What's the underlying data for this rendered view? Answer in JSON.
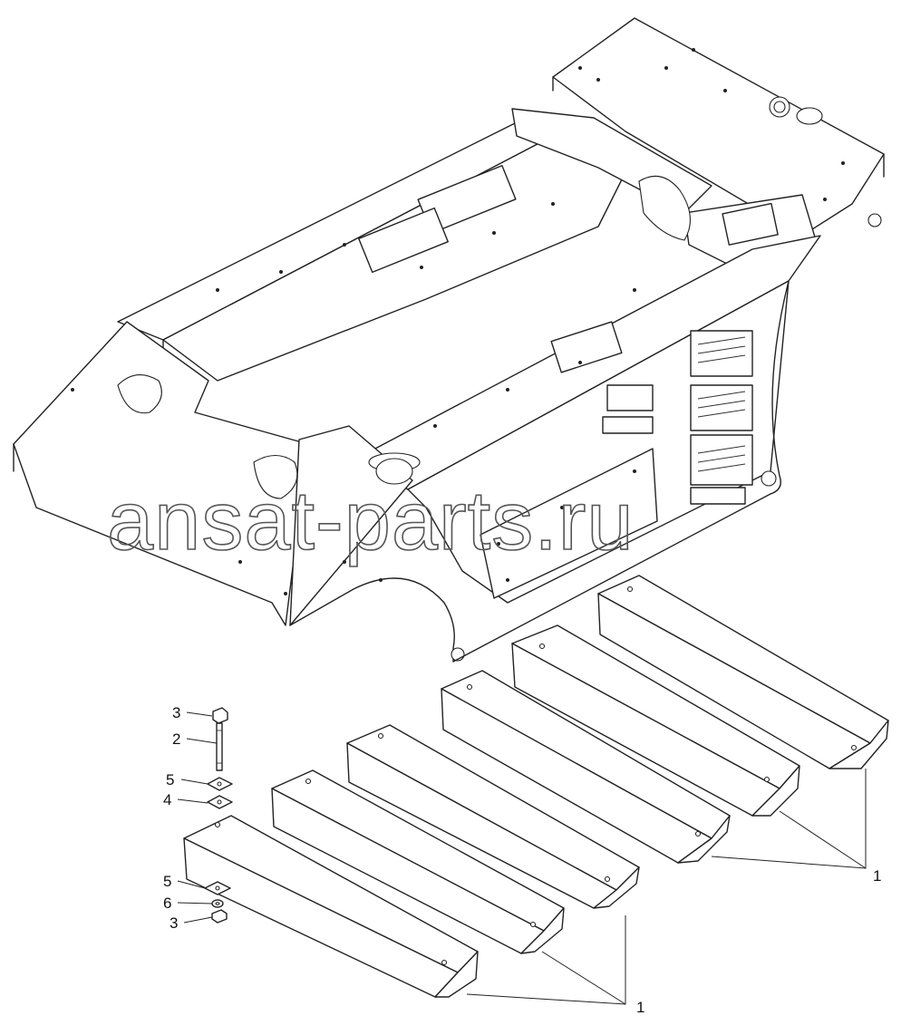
{
  "watermark": "ansat-parts.ru",
  "callouts": {
    "top_nut": "3",
    "stud": "2",
    "top_washer": "5",
    "top_plate": "4",
    "bottom_washer": "5",
    "bottom_spring_washer": "6",
    "bottom_nut": "3",
    "weights_right_group": "1",
    "weights_left_group": "1"
  }
}
